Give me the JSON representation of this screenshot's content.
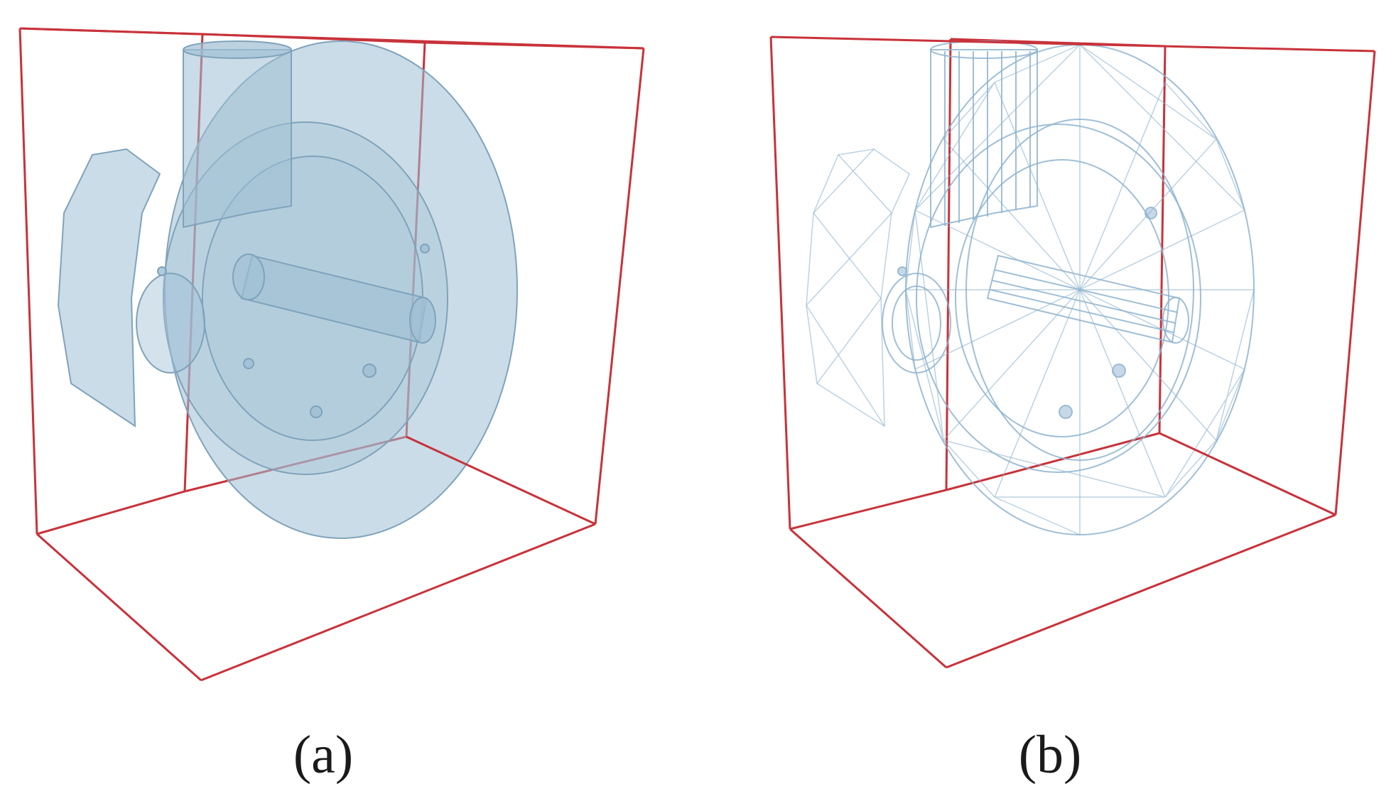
{
  "panels": [
    {
      "label": "(a)",
      "render_style": "translucent-solid",
      "model_color": "#9fbfd4"
    },
    {
      "label": "(b)",
      "render_style": "wireframe",
      "model_color": "#8fb4cf"
    }
  ],
  "colors": {
    "bounding_box": "#c8323a",
    "solid_fill": "#9fbfd4",
    "solid_edge": "#7fa3bb",
    "wire": "#8fb4cf"
  }
}
